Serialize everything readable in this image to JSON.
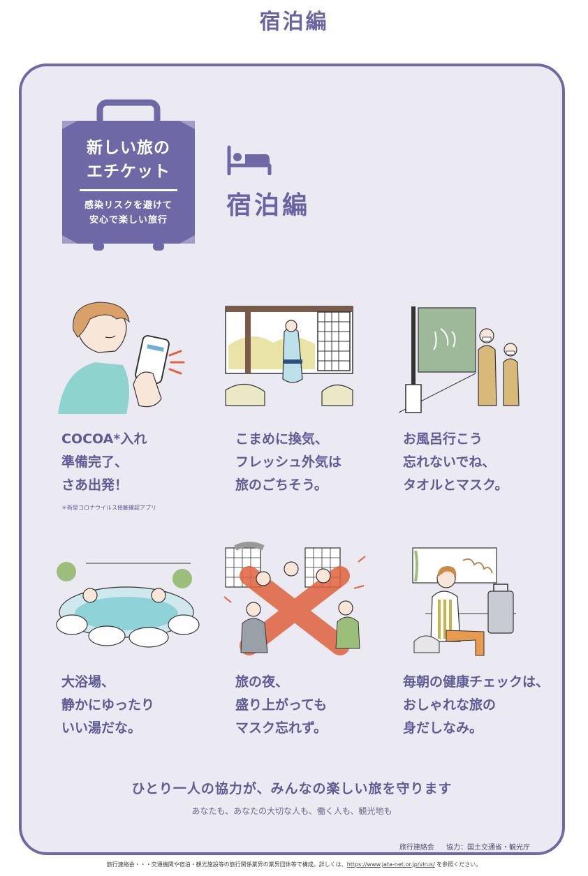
{
  "page_heading": "宿泊編",
  "badge": {
    "title_lines": [
      "新しい旅の",
      "エチケット"
    ],
    "subtitle_lines": [
      "感染リスクを避けて",
      "安心で楽しい旅行"
    ]
  },
  "section": {
    "icon": "bed-icon",
    "title": "宿泊編"
  },
  "tips": [
    {
      "illustration": "person-using-smartphone-app",
      "lines": [
        "COCOA*入れ",
        "準備完了、",
        "さあ出発！"
      ],
      "footnote": "＊新型コロナウイルス接触確認アプリ"
    },
    {
      "illustration": "person-opening-window",
      "lines": [
        "こまめに換気、",
        "フレッシュ外気は",
        "旅のごちそう。"
      ]
    },
    {
      "illustration": "bath-curtain-couple-with-masks",
      "lines": [
        "お風呂行こう",
        "忘れないでね、",
        "タオルとマスク。"
      ]
    },
    {
      "illustration": "open-air-hot-spring",
      "lines": [
        "大浴場、",
        "静かにゆったり",
        "いい湯だな。"
      ]
    },
    {
      "illustration": "crowded-party-crossed-out",
      "lines": [
        "旅の夜、",
        "盛り上がっても",
        "マスク忘れず。"
      ]
    },
    {
      "illustration": "morning-temperature-check",
      "lines": [
        "毎朝の健康チェックは、",
        "おしゃれな旅の",
        "身だしなみ。"
      ]
    }
  ],
  "closing": {
    "main": "ひとり一人の協力が、みんなの楽しい旅を守ります",
    "sub": "あなたも、あなたの大切な人も、働く人も、観光地も"
  },
  "credit": {
    "org": "旅行連絡会",
    "support": "協力：国土交通省・観光庁"
  },
  "bottom_note": {
    "text": "旅行連絡会・・・交通機関や宿泊・観光施設等の旅行関係業界の業界団体等で構成。詳しくは、",
    "link": "https://www.jata-net.or.jp/virus/",
    "suffix": " を参照ください。"
  },
  "colors": {
    "brand": "#6e68a6",
    "card_background": "#ebeaf3",
    "text": "#5f5a92"
  }
}
